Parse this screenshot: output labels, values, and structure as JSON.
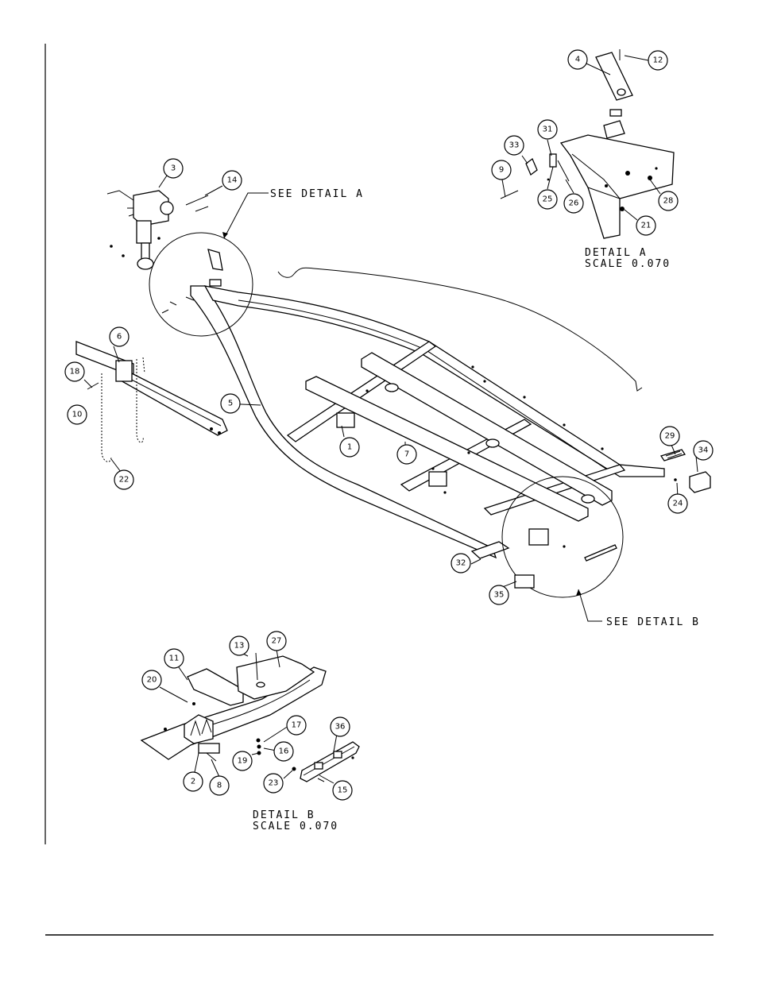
{
  "callouts": [
    {
      "id": "c4",
      "label": "4"
    },
    {
      "id": "c12",
      "label": "12"
    },
    {
      "id": "c31",
      "label": "31"
    },
    {
      "id": "c33",
      "label": "33"
    },
    {
      "id": "c9",
      "label": "9"
    },
    {
      "id": "c25",
      "label": "25"
    },
    {
      "id": "c26",
      "label": "26"
    },
    {
      "id": "c28",
      "label": "28"
    },
    {
      "id": "c21",
      "label": "21"
    },
    {
      "id": "c3",
      "label": "3"
    },
    {
      "id": "c14",
      "label": "14"
    },
    {
      "id": "c6",
      "label": "6"
    },
    {
      "id": "c18",
      "label": "18"
    },
    {
      "id": "c10",
      "label": "10"
    },
    {
      "id": "c5",
      "label": "5"
    },
    {
      "id": "c22",
      "label": "22"
    },
    {
      "id": "c1",
      "label": "1"
    },
    {
      "id": "c7",
      "label": "7"
    },
    {
      "id": "c29",
      "label": "29"
    },
    {
      "id": "c34",
      "label": "34"
    },
    {
      "id": "c24",
      "label": "24"
    },
    {
      "id": "c32",
      "label": "32"
    },
    {
      "id": "c35",
      "label": "35"
    },
    {
      "id": "c13",
      "label": "13"
    },
    {
      "id": "c27",
      "label": "27"
    },
    {
      "id": "c11",
      "label": "11"
    },
    {
      "id": "c20",
      "label": "20"
    },
    {
      "id": "c17",
      "label": "17"
    },
    {
      "id": "c36",
      "label": "36"
    },
    {
      "id": "c16",
      "label": "16"
    },
    {
      "id": "c19",
      "label": "19"
    },
    {
      "id": "c23",
      "label": "23"
    },
    {
      "id": "c15",
      "label": "15"
    },
    {
      "id": "c2",
      "label": "2"
    },
    {
      "id": "c8",
      "label": "8"
    }
  ],
  "labels": {
    "see_detail_a": "SEE DETAIL  A",
    "see_detail_b": "SEE DETAIL  B",
    "detail_a_title": "DETAIL  A",
    "detail_a_scale": "SCALE  0.070",
    "detail_b_title": "DETAIL  B",
    "detail_b_scale": "SCALE  0.070"
  }
}
